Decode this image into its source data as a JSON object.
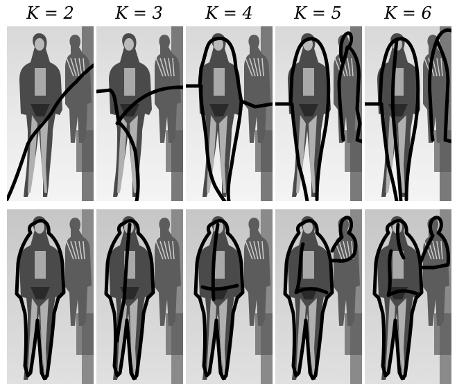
{
  "figure": {
    "column_headers": [
      "K = 2",
      "K = 3",
      "K = 4",
      "K = 5",
      "K = 6"
    ],
    "rows": [
      {
        "name": "top",
        "description_visible": false
      },
      {
        "name": "bottom",
        "description_visible": false
      }
    ]
  }
}
